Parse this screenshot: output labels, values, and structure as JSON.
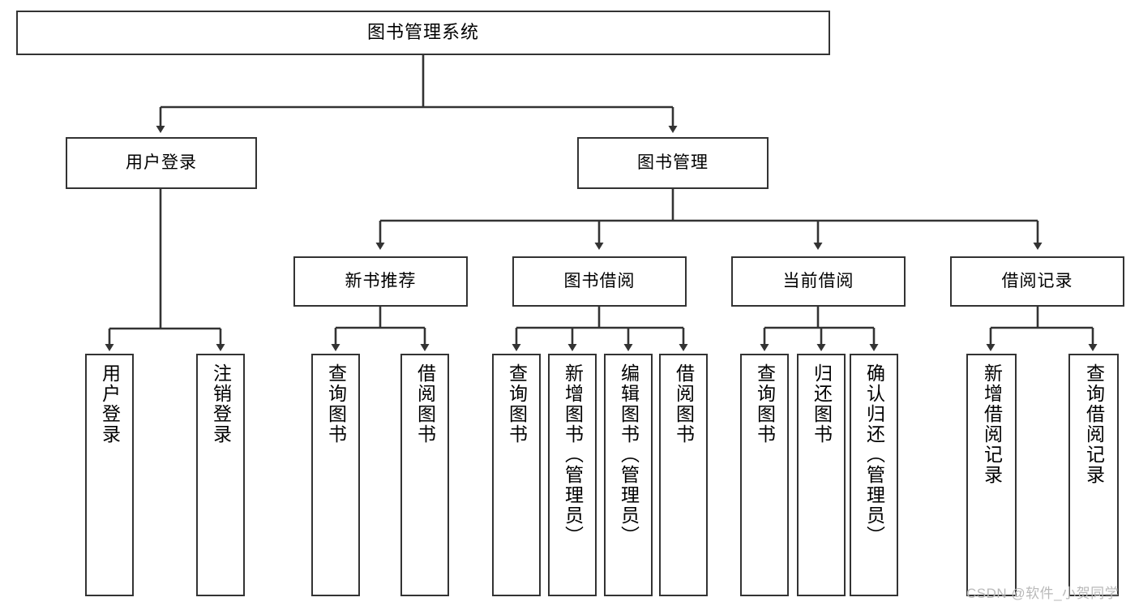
{
  "diagram": {
    "title": "图书管理系统",
    "watermark": "CSDN @软件_小贺同学",
    "line_color": "#333333",
    "box_fill": "#ffffff",
    "text_color": "#000000",
    "root": {
      "label": "图书管理系统"
    },
    "level2": [
      {
        "label": "用户登录"
      },
      {
        "label": "图书管理"
      }
    ],
    "level3": [
      {
        "label": "新书推荐"
      },
      {
        "label": "图书借阅"
      },
      {
        "label": "当前借阅"
      },
      {
        "label": "借阅记录"
      }
    ],
    "leaves": {
      "user_login": [
        {
          "label": "用户登录"
        },
        {
          "label": "注销登录"
        }
      ],
      "new_book_recommend": [
        {
          "label": "查询图书"
        },
        {
          "label": "借阅图书"
        }
      ],
      "book_borrow": [
        {
          "label": "查询图书"
        },
        {
          "label": "新增图书（管理员）"
        },
        {
          "label": "编辑图书（管理员）"
        },
        {
          "label": "借阅图书"
        }
      ],
      "current_borrow": [
        {
          "label": "查询图书"
        },
        {
          "label": "归还图书"
        },
        {
          "label": "确认归还（管理员）"
        }
      ],
      "borrow_records": [
        {
          "label": "新增借阅记录"
        },
        {
          "label": "查询借阅记录"
        }
      ]
    }
  }
}
